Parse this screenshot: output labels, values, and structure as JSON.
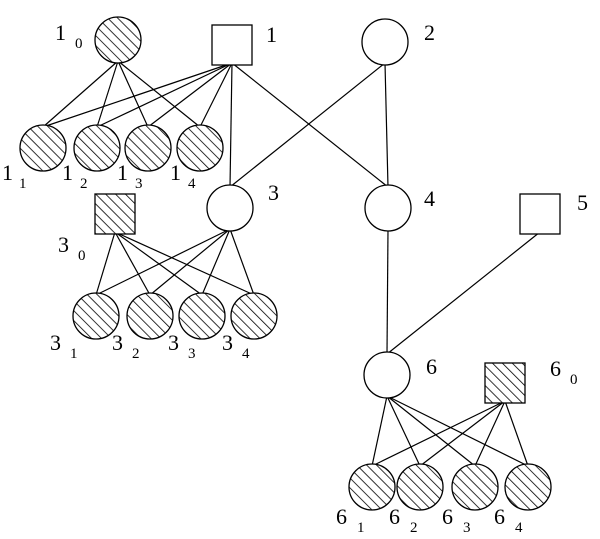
{
  "nodes": [
    {
      "id": "1_0",
      "shape": "circle",
      "hatched": true,
      "label": "1",
      "sub": "0"
    },
    {
      "id": "1",
      "shape": "square",
      "hatched": false,
      "label": "1",
      "sub": ""
    },
    {
      "id": "2",
      "shape": "circle",
      "hatched": false,
      "label": "2",
      "sub": ""
    },
    {
      "id": "1_1",
      "shape": "circle",
      "hatched": true,
      "label": "1",
      "sub": "1"
    },
    {
      "id": "1_2",
      "shape": "circle",
      "hatched": true,
      "label": "1",
      "sub": "2"
    },
    {
      "id": "1_3",
      "shape": "circle",
      "hatched": true,
      "label": "1",
      "sub": "3"
    },
    {
      "id": "1_4",
      "shape": "circle",
      "hatched": true,
      "label": "1",
      "sub": "4"
    },
    {
      "id": "3_0",
      "shape": "square",
      "hatched": true,
      "label": "3",
      "sub": "0"
    },
    {
      "id": "3",
      "shape": "circle",
      "hatched": false,
      "label": "3",
      "sub": ""
    },
    {
      "id": "4",
      "shape": "circle",
      "hatched": false,
      "label": "4",
      "sub": ""
    },
    {
      "id": "5",
      "shape": "square",
      "hatched": false,
      "label": "5",
      "sub": ""
    },
    {
      "id": "3_1",
      "shape": "circle",
      "hatched": true,
      "label": "3",
      "sub": "1"
    },
    {
      "id": "3_2",
      "shape": "circle",
      "hatched": true,
      "label": "3",
      "sub": "2"
    },
    {
      "id": "3_3",
      "shape": "circle",
      "hatched": true,
      "label": "3",
      "sub": "3"
    },
    {
      "id": "3_4",
      "shape": "circle",
      "hatched": true,
      "label": "3",
      "sub": "4"
    },
    {
      "id": "6",
      "shape": "circle",
      "hatched": false,
      "label": "6",
      "sub": ""
    },
    {
      "id": "6_0",
      "shape": "square",
      "hatched": true,
      "label": "6",
      "sub": "0"
    },
    {
      "id": "6_1",
      "shape": "circle",
      "hatched": true,
      "label": "6",
      "sub": "1"
    },
    {
      "id": "6_2",
      "shape": "circle",
      "hatched": true,
      "label": "6",
      "sub": "2"
    },
    {
      "id": "6_3",
      "shape": "circle",
      "hatched": true,
      "label": "6",
      "sub": "3"
    },
    {
      "id": "6_4",
      "shape": "circle",
      "hatched": true,
      "label": "6",
      "sub": "4"
    }
  ],
  "edges": [
    [
      "1_0",
      "1_1"
    ],
    [
      "1_0",
      "1_2"
    ],
    [
      "1_0",
      "1_3"
    ],
    [
      "1_0",
      "1_4"
    ],
    [
      "1",
      "1_1"
    ],
    [
      "1",
      "1_2"
    ],
    [
      "1",
      "1_3"
    ],
    [
      "1",
      "1_4"
    ],
    [
      "1",
      "3"
    ],
    [
      "1",
      "4"
    ],
    [
      "2",
      "3"
    ],
    [
      "2",
      "4"
    ],
    [
      "3_0",
      "3_1"
    ],
    [
      "3_0",
      "3_2"
    ],
    [
      "3_0",
      "3_3"
    ],
    [
      "3_0",
      "3_4"
    ],
    [
      "3",
      "3_1"
    ],
    [
      "3",
      "3_2"
    ],
    [
      "3",
      "3_3"
    ],
    [
      "3",
      "3_4"
    ],
    [
      "4",
      "6"
    ],
    [
      "5",
      "6"
    ],
    [
      "6",
      "6_1"
    ],
    [
      "6",
      "6_2"
    ],
    [
      "6",
      "6_3"
    ],
    [
      "6",
      "6_4"
    ],
    [
      "6_0",
      "6_1"
    ],
    [
      "6_0",
      "6_2"
    ],
    [
      "6_0",
      "6_3"
    ],
    [
      "6_0",
      "6_4"
    ]
  ]
}
